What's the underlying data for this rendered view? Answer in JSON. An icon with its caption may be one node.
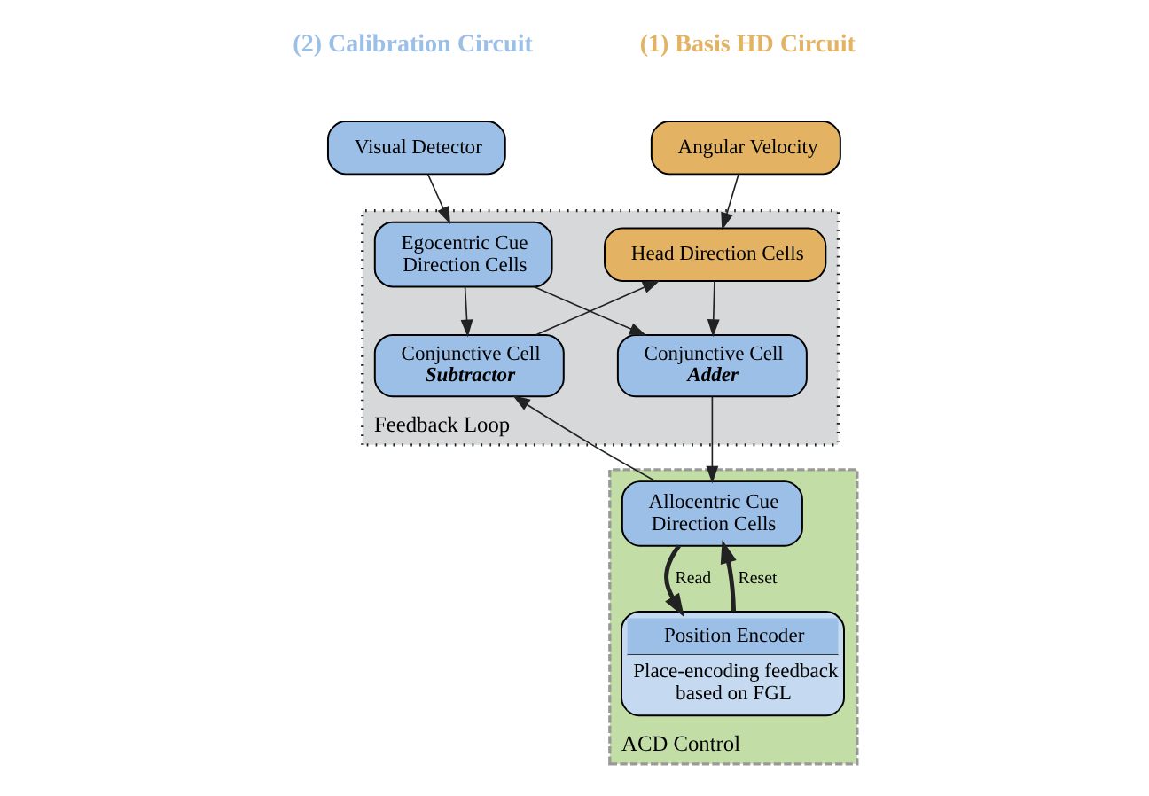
{
  "diagram": {
    "nodes": [
      {
        "text": [
          "Angular Velocity"
        ]
      },
      {
        "text": [
          "Visual Detector"
        ]
      },
      {
        "text": [
          "Feedback Loop"
        ]
      },
      {
        "text": [
          "Head Direction Cells"
        ],
        "in": 2
      },
      {
        "text": [
          "Egocentric Cue Direction Cells"
        ],
        "in": 2
      },
      {
        "text": [
          "Conjunctive Cell",
          "Adder"
        ],
        "in": 2
      },
      {
        "text": [
          "Conjunctive Cell",
          "Subtractor"
        ],
        "in": 2
      },
      {
        "text": [
          "ACD Control"
        ]
      },
      {
        "text": [
          "Allocentric Cue Direction Cells"
        ],
        "in": 7
      },
      {
        "text": [
          "Position Encoder",
          "Place-encoding feedback based on FGL"
        ],
        "in": 7
      }
    ],
    "edges": [
      {
        "from": 0,
        "to": 3,
        "arrow": "to"
      },
      {
        "from": 1,
        "to": 4,
        "arrow": "to"
      },
      {
        "from": 3,
        "to": 5,
        "arrow": "to"
      },
      {
        "from": 4,
        "to": 5,
        "arrow": "to"
      },
      {
        "from": 5,
        "to": 8,
        "arrow": "to"
      },
      {
        "from": 8,
        "to": 9,
        "arrow": "to",
        "label": "Read",
        "style": "thick"
      },
      {
        "from": 9,
        "to": 8,
        "arrow": "to",
        "label": "Reset",
        "style": "thick"
      },
      {
        "from": 4,
        "to": 6,
        "arrow": "to"
      },
      {
        "from": 8,
        "to": 6,
        "arrow": "to"
      },
      {
        "from": 6,
        "to": 3,
        "arrow": "to"
      }
    ],
    "labels": [
      "(1) Basis HD Circuit",
      "(2) Calibration Circuit"
    ]
  }
}
